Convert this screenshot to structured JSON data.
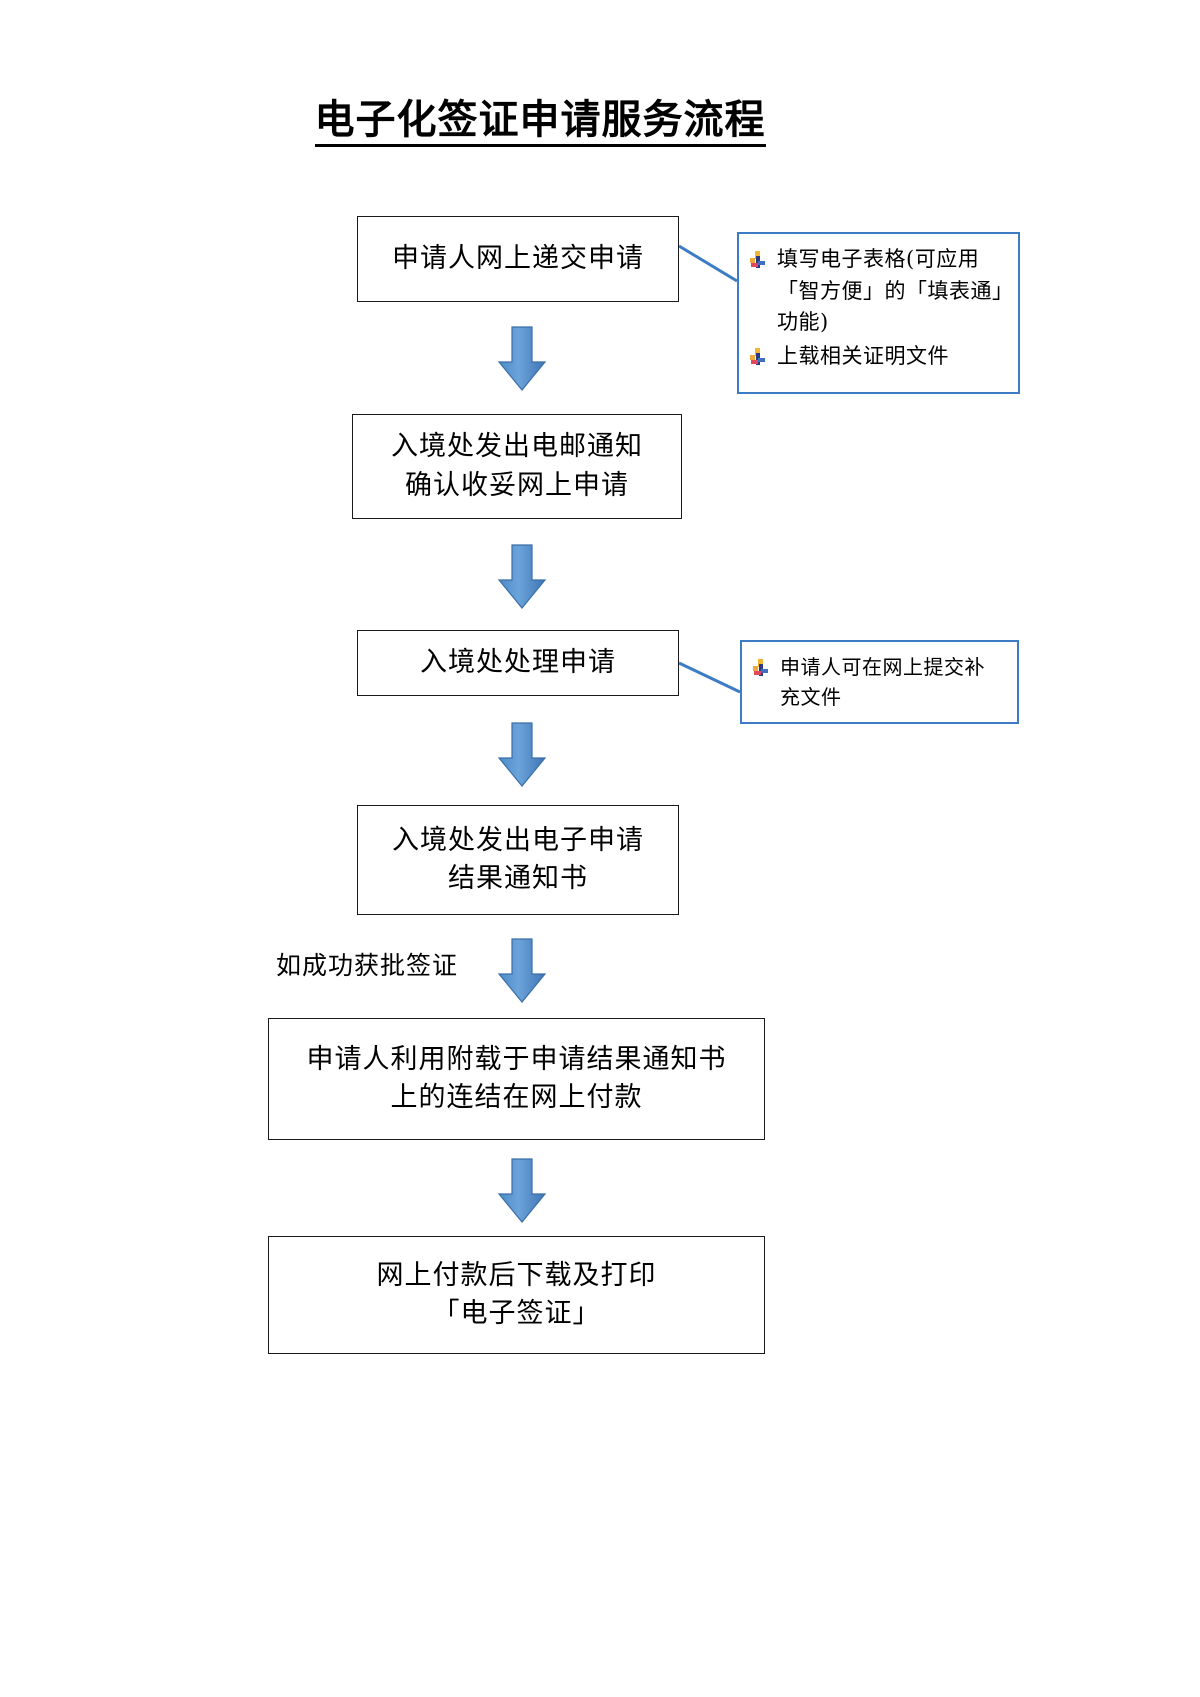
{
  "document": {
    "title": "电子化签证申请服务流程"
  },
  "flow": {
    "steps": [
      {
        "id": "submit",
        "lines": [
          "申请人网上递交申请"
        ]
      },
      {
        "id": "ack",
        "lines": [
          "入境处发出电邮通知",
          "确认收妥网上申请"
        ]
      },
      {
        "id": "process",
        "lines": [
          "入境处处理申请"
        ]
      },
      {
        "id": "result",
        "lines": [
          "入境处发出电子申请",
          "结果通知书"
        ]
      },
      {
        "id": "pay",
        "lines": [
          "申请人利用附载于申请结果通知书",
          "上的连结在网上付款"
        ]
      },
      {
        "id": "download",
        "lines": [
          "网上付款后下载及打印",
          "「电子签证」"
        ]
      }
    ],
    "step_text": {
      "submit": "申请人网上递交申请",
      "ack_line1": "入境处发出电邮通知",
      "ack_line2": "确认收妥网上申请",
      "process": "入境处处理申请",
      "result_line1": "入境处发出电子申请",
      "result_line2": "结果通知书",
      "pay_line1": "申请人利用附载于申请结果通知书",
      "pay_line2": "上的连结在网上付款",
      "download_line1": "网上付款后下载及打印",
      "download_line2": "「电子签证」"
    },
    "condition_label": "如成功获批签证"
  },
  "callouts": [
    {
      "id": "callout-1",
      "attached_to": "submit",
      "border_color": "#3b7cc4",
      "bullets": [
        "填写电子表格(可应用「智方便」的「填表通」功能)",
        "上载相关证明文件"
      ]
    },
    {
      "id": "callout-2",
      "attached_to": "process",
      "border_color": "#3b7cc4",
      "bullets": [
        "申请人可在网上提交补充文件"
      ]
    }
  ],
  "callout_text": {
    "c1_b1": "填写电子表格(可应用「智方便」的「填表通」功能)",
    "c1_b2": "上载相关证明文件",
    "c2_b1": "申请人可在网上提交补充文件"
  },
  "style": {
    "arrow_fill": "#4a86c5",
    "arrow_stroke": "#3a6fa8",
    "connector_color": "#3b7cc4",
    "box_border": "#1a1a1a",
    "bullet_colors": [
      "#f2b632",
      "#2b3a80",
      "#e0485c",
      "#3f6fc0",
      "#f0a93c"
    ]
  }
}
